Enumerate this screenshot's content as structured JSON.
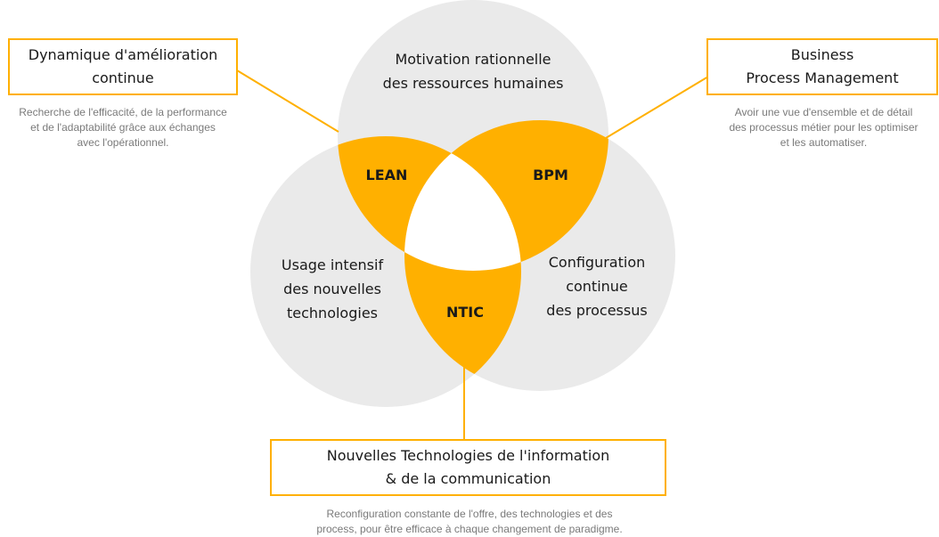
{
  "colors": {
    "circle": "#eaeaea",
    "accent": "#ffb000",
    "center": "#ffffff",
    "text": "#1a1a1a",
    "muted": "#7a7a7a"
  },
  "circles": {
    "top": {
      "lines": [
        "Motivation rationnelle",
        "des ressources humaines"
      ]
    },
    "left": {
      "lines": [
        "Usage intensif",
        "des nouvelles",
        "technologies"
      ]
    },
    "right": {
      "lines": [
        "Configuration",
        "continue",
        "des processus"
      ]
    }
  },
  "intersections": {
    "lean": "LEAN",
    "bpm": "BPM",
    "ntic": "NTIC"
  },
  "callouts": {
    "lean": {
      "title_lines": [
        "Dynamique d'amélioration",
        "continue"
      ],
      "description_lines": [
        "Recherche de l'efficacité, de la performance",
        "et de l'adaptabilité grâce aux échanges",
        "avec l'opérationnel."
      ]
    },
    "bpm": {
      "title_lines": [
        "Business",
        "Process Management"
      ],
      "description_lines": [
        "Avoir une vue d'ensemble et de détail",
        "des processus métier pour les optimiser",
        "et les automatiser."
      ]
    },
    "ntic": {
      "title_lines": [
        "Nouvelles Technologies de l'information",
        "& de la communication"
      ],
      "description_lines": [
        "Reconfiguration constante de l'offre, des technologies et des",
        "process, pour être efficace à chaque changement de paradigme."
      ]
    }
  }
}
